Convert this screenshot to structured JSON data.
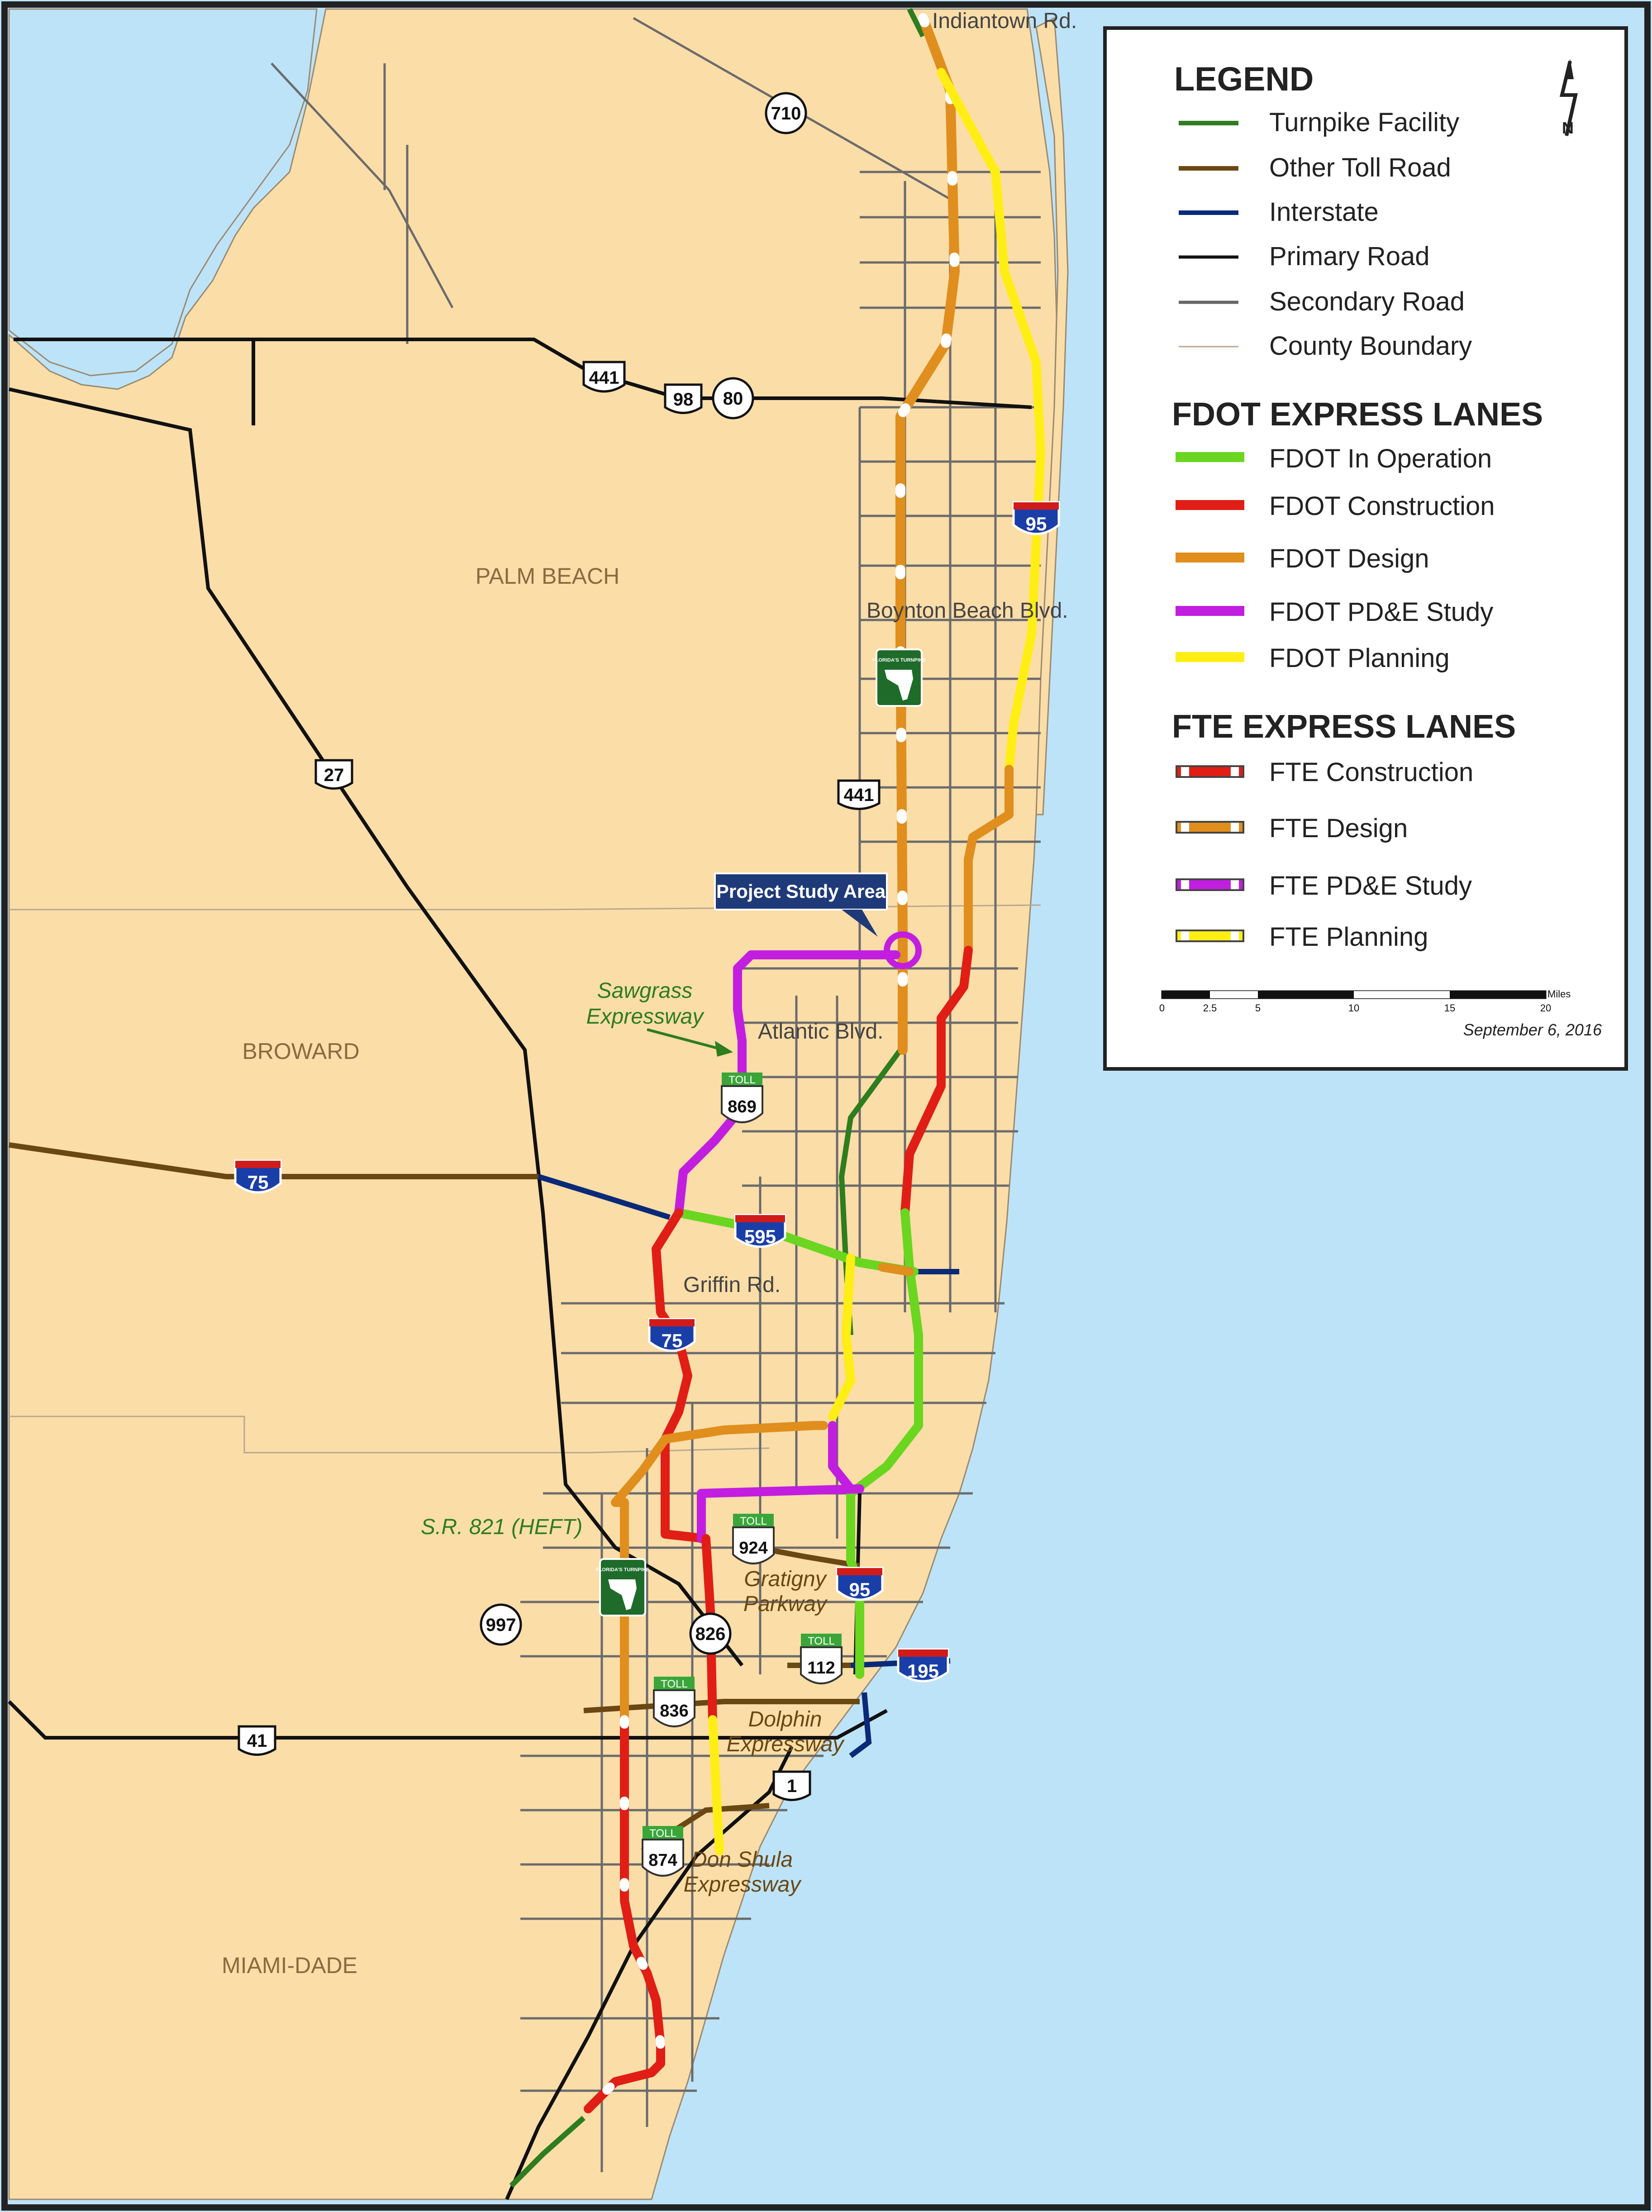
{
  "colors": {
    "water": "#bde3f8",
    "land": "#fbdda8",
    "turnpike": "#2e7d1e",
    "other_toll": "#6b4712",
    "interstate": "#0a2a78",
    "primary": "#111111",
    "secondary": "#666666",
    "county": "#8a7d6b",
    "fdot_operation": "#6ad61f",
    "fdot_construction": "#e01e16",
    "fdot_design": "#e08e1e",
    "fdot_pde": "#c21ee0",
    "fdot_planning": "#ffee14"
  },
  "counties": {
    "palm_beach": "PALM BEACH",
    "broward": "BROWARD",
    "miami_dade": "MIAMI-DADE"
  },
  "road_labels": {
    "indiantown": "Indiantown Rd.",
    "boynton": "Boynton Beach Blvd.",
    "atlantic": "Atlantic Blvd.",
    "griffin": "Griffin Rd.",
    "sawgrass_1": "Sawgrass",
    "sawgrass_2": "Expressway",
    "heft": "S.R. 821 (HEFT)",
    "gratigny_1": "Gratigny",
    "gratigny_2": "Parkway",
    "dolphin_1": "Dolphin",
    "dolphin_2": "Expressway",
    "donshula_1": "Don Shula",
    "donshula_2": "Expressway"
  },
  "project_study_area": "Project Study Area",
  "shields": {
    "sr710": "710",
    "us441_north": "441",
    "us98": "98",
    "sr80": "80",
    "i95_north": "95",
    "us27": "27",
    "us441_south": "441",
    "sr869": "869",
    "i75_west": "75",
    "i595": "595",
    "i75_south": "75",
    "sr924": "924",
    "i95_south": "95",
    "sr997": "997",
    "sr826": "826",
    "sr112": "112",
    "i195": "195",
    "sr836": "836",
    "us41": "41",
    "us1": "1",
    "sr874": "874",
    "toll_label": "TOLL",
    "turnpike_sign": "FLORIDA'S TURNPIKE"
  },
  "legend": {
    "title": "LEGEND",
    "items": [
      {
        "label": "Turnpike Facility",
        "color": "#2e7d1e"
      },
      {
        "label": "Other Toll Road",
        "color": "#6b4712"
      },
      {
        "label": "Interstate",
        "color": "#0a2a78"
      },
      {
        "label": "Primary Road",
        "color": "#111111"
      },
      {
        "label": "Secondary Road",
        "color": "#666666"
      },
      {
        "label": "County Boundary",
        "color": "#b6a98f"
      }
    ],
    "fdot_title": "FDOT EXPRESS LANES",
    "fdot_items": [
      {
        "label": "FDOT In Operation",
        "color": "#6ad61f"
      },
      {
        "label": "FDOT Construction",
        "color": "#e01e16"
      },
      {
        "label": "FDOT Design",
        "color": "#e08e1e"
      },
      {
        "label": "FDOT PD&E Study",
        "color": "#c21ee0"
      },
      {
        "label": "FDOT Planning",
        "color": "#ffee14"
      }
    ],
    "fte_title": "FTE EXPRESS LANES",
    "fte_items": [
      {
        "label": "FTE Construction",
        "color": "#e01e16"
      },
      {
        "label": "FTE Design",
        "color": "#e08e1e"
      },
      {
        "label": "FTE PD&E Study",
        "color": "#c21ee0"
      },
      {
        "label": "FTE Planning",
        "color": "#ffee14"
      }
    ],
    "scale_ticks": [
      "0",
      "2.5",
      "5",
      "10",
      "15",
      "20"
    ],
    "scale_unit": "Miles",
    "date": "September 6, 2016",
    "north_label": "N"
  }
}
